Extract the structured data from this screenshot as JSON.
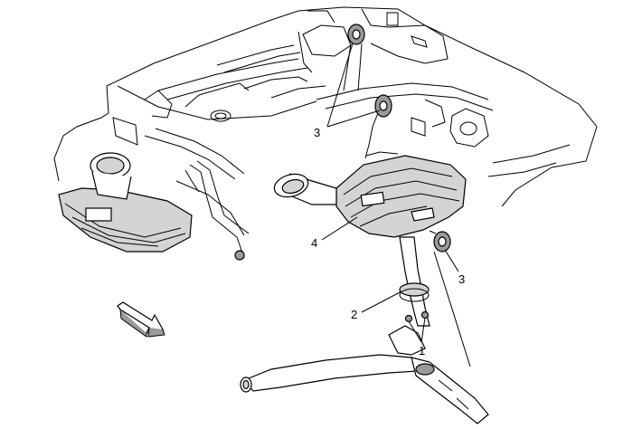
{
  "diagram": {
    "callouts": [
      {
        "id": "c1",
        "text": "1"
      },
      {
        "id": "c2",
        "text": "2"
      },
      {
        "id": "c3a",
        "text": "3"
      },
      {
        "id": "c3b",
        "text": "3"
      },
      {
        "id": "c4",
        "text": "4"
      }
    ],
    "arrow_icon": "forward-direction-arrow-icon",
    "colors": {
      "line": "#000000",
      "shade": "#d4d4d4",
      "dark": "#9a9a9a",
      "background": "#ffffff"
    }
  }
}
